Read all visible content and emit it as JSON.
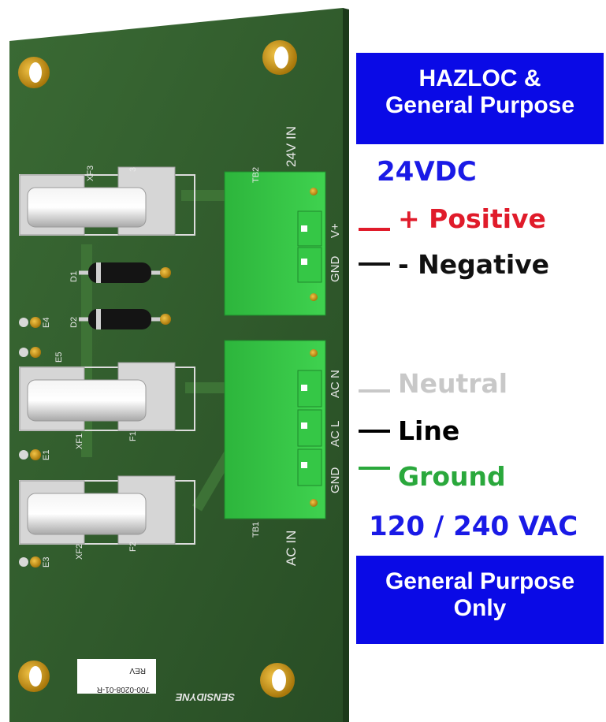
{
  "header_box": {
    "line1": "HAZLOC &",
    "line2": "General Purpose"
  },
  "dc_section": {
    "title": "24VDC",
    "positive": "+ Positive",
    "negative": "- Negative"
  },
  "ac_section": {
    "neutral": "Neutral",
    "line": "Line",
    "ground": "Ground",
    "title": "120 / 240 VAC"
  },
  "footer_box": {
    "line1": "General Purpose",
    "line2": "Only"
  },
  "board": {
    "tb2_label": "TB2",
    "tb2_title": "24V IN",
    "tb2_pin1": "V+",
    "tb2_pin2": "GND",
    "tb1_label": "TB1",
    "tb1_title": "AC IN",
    "tb1_pin1": "AC N",
    "tb1_pin2": "AC L",
    "tb1_pin3": "GND",
    "xf3": "XF3",
    "f3": "3",
    "xf1": "XF1",
    "f1": "F1",
    "xf2": "XF2",
    "f2": "F2",
    "d1": "D1",
    "d2": "D2",
    "e1": "E1",
    "e3": "E3",
    "e4": "E4",
    "e5": "E5",
    "part_number": "700-0208-01-R",
    "rev": "REV",
    "brand": "SENSIDYNE"
  },
  "colors": {
    "board_green": "#2f5a2c",
    "terminal_green": "#2fbf3f",
    "box_blue": "#0a0ae6",
    "dc_title": "#1a1ae6",
    "positive": "#e01b2a",
    "negative": "#111111",
    "neutral": "#c8c8c8",
    "line": "#000000",
    "ground": "#2aa83c",
    "gold": "#c89412"
  }
}
